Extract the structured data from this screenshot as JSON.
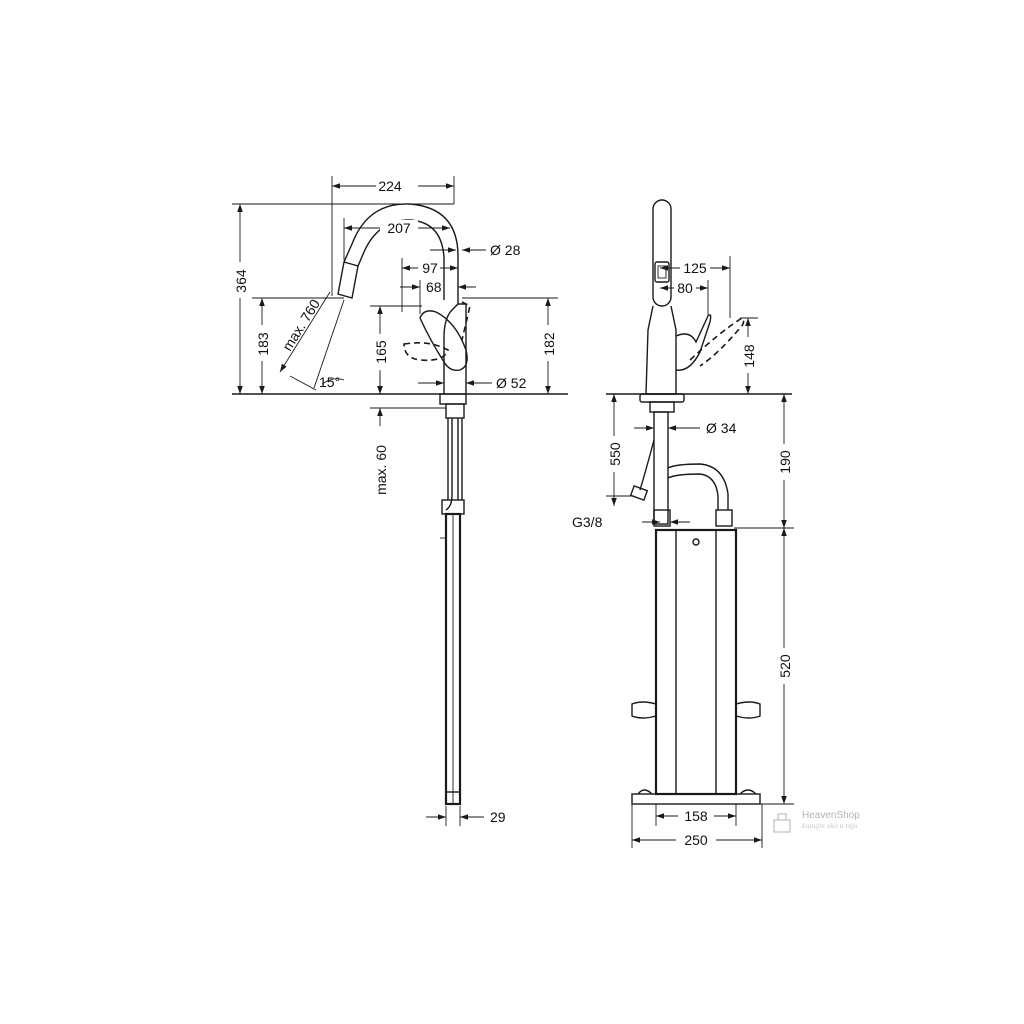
{
  "side_view": {
    "dimensions": {
      "width_total": "224",
      "spout_reach": "207",
      "hose_diameter": "Ø 28",
      "lever_offset": "97",
      "lever_offset_min": "68",
      "height_total": "364",
      "spout_height": "183",
      "pullout_length": "max. 760",
      "angle": "15°",
      "lever_height": "165",
      "outlet_height": "182",
      "base_diameter": "Ø 52",
      "deck_thickness": "max. 60",
      "pipe_width": "29"
    }
  },
  "front_view": {
    "dimensions": {
      "lever_reach": "125",
      "lever_reach_min": "80",
      "lever_height": "148",
      "hose_length": "550",
      "shank_diameter": "Ø 34",
      "connection": "G3/8",
      "connection_height": "190",
      "weight_height": "520",
      "inner_width": "158",
      "outer_width": "250"
    }
  },
  "watermark": {
    "title": "HeavenShop",
    "subtitle": "kupujte ako u raju"
  },
  "colors": {
    "line": "#1a1a1a",
    "watermark": "#9a9a9a",
    "background": "#ffffff"
  }
}
